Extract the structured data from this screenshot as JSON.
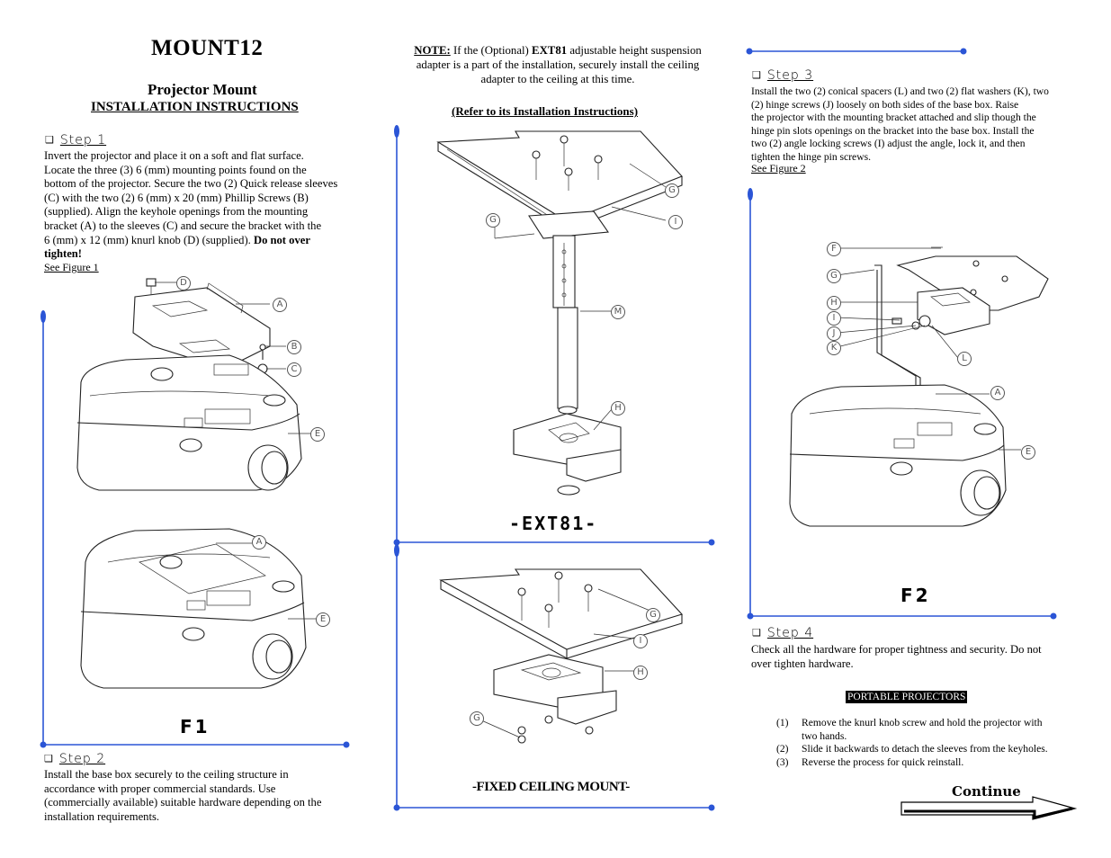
{
  "header": {
    "title": "MOUNT12",
    "subtitle": "Projector Mount",
    "subtitle2": "INSTALLATION INSTRUCTIONS"
  },
  "step1": {
    "checkbox": "❑",
    "label": "Step 1",
    "lines": [
      "Invert the projector and place it on a soft and flat surface.",
      "Locate the three (3) 6 (mm) mounting points found on the",
      "bottom of the projector. Secure the two (2) Quick release sleeves",
      "(C) with the two (2) 6 (mm) x 20 (mm) Phillip Screws (B)",
      "(supplied). Align the keyhole openings from the mounting",
      "bracket (A) to the sleeves (C) and secure the bracket with the",
      "6 (mm) x 12 (mm) knurl knob (D) (supplied).",
      "tighten!"
    ],
    "bold_inline": "Do not over",
    "figure_link": "See Figure 1"
  },
  "figure1": {
    "label": "F1",
    "callouts": [
      "D",
      "A",
      "B",
      "C",
      "E",
      "A",
      "E"
    ]
  },
  "step2": {
    "checkbox": "❑",
    "label": "Step 2",
    "lines": [
      "Install the base box securely to the ceiling structure in",
      "accordance with proper commercial standards. Use",
      "(commercially available) suitable hardware depending on the",
      "installation requirements."
    ]
  },
  "note": {
    "label": "NOTE:",
    "line1a": "If the (Optional)",
    "line1b": "EXT81",
    "line1c": "adjustable height suspension",
    "line2": "adapter is a part of the installation, securely install the ceiling",
    "line3": "adapter to the ceiling at this time.",
    "reference": "(Refer to its Installation Instructions)"
  },
  "ext81": {
    "label": "-EXT81-",
    "callouts": [
      "G",
      "I",
      "G",
      "M",
      "H"
    ]
  },
  "fixed": {
    "label": "-FIXED CEILING MOUNT-",
    "callouts": [
      "G",
      "I",
      "H",
      "G"
    ]
  },
  "step3": {
    "checkbox": "❑",
    "label": "Step 3",
    "lines": [
      "Install the two (2) conical spacers (L) and two (2) flat washers (K), two",
      "(2) hinge screws (J) loosely on both sides of the base box. Raise",
      "the projector with the mounting bracket attached and slip though the",
      "hinge pin slots openings on the bracket into the base box. Install the",
      "two (2) angle locking screws (I) adjust the angle, lock it, and then",
      "tighten the hinge pin screws."
    ],
    "figure_link": "See Figure 2"
  },
  "figure2": {
    "label": "F2",
    "callouts": [
      "F",
      "G",
      "H",
      "I",
      "J",
      "K",
      "L",
      "A",
      "E"
    ]
  },
  "step4": {
    "checkbox": "❑",
    "label": "Step 4",
    "lines": [
      "Check all the hardware for proper tightness and security. Do not",
      "over tighten hardware."
    ]
  },
  "portable": {
    "badge": "PORTABLE PROJECTORS",
    "items": [
      {
        "num": "(1)",
        "lines": [
          "Remove the knurl knob screw and hold the projector with",
          "two hands."
        ]
      },
      {
        "num": "(2)",
        "lines": [
          "Slide it backwards to detach the sleeves from the keyholes."
        ]
      },
      {
        "num": "(3)",
        "lines": [
          "Reverse the process for quick reinstall."
        ]
      }
    ]
  },
  "footer": {
    "continue_label": "Continue"
  },
  "colors": {
    "accent_line": "#2b55d6",
    "text": "#000000"
  }
}
